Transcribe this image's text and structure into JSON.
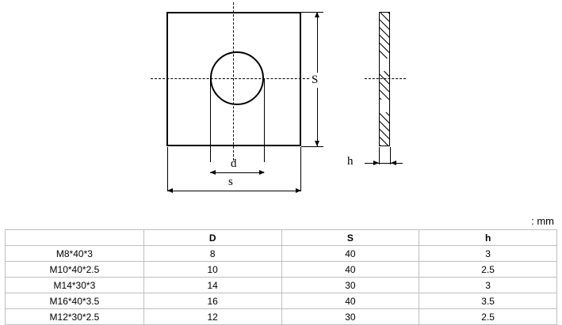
{
  "drawing": {
    "front_view": {
      "name": "square-washer-front-view",
      "dimension_s_vertical": "S",
      "dimension_d": "d",
      "dimension_s_horizontal": "s"
    },
    "side_view": {
      "name": "square-washer-side-view",
      "dimension_h": "h"
    }
  },
  "unit_note": ": mm",
  "table": {
    "headers": [
      "",
      "D",
      "S",
      "h"
    ],
    "rows": [
      [
        "M8*40*3",
        "8",
        "40",
        "3"
      ],
      [
        "M10*40*2.5",
        "10",
        "40",
        "2.5"
      ],
      [
        "M14*30*3",
        "14",
        "30",
        "3"
      ],
      [
        "M16*40*3.5",
        "16",
        "40",
        "3.5"
      ],
      [
        "M12*30*2.5",
        "12",
        "30",
        "2.5"
      ]
    ]
  }
}
